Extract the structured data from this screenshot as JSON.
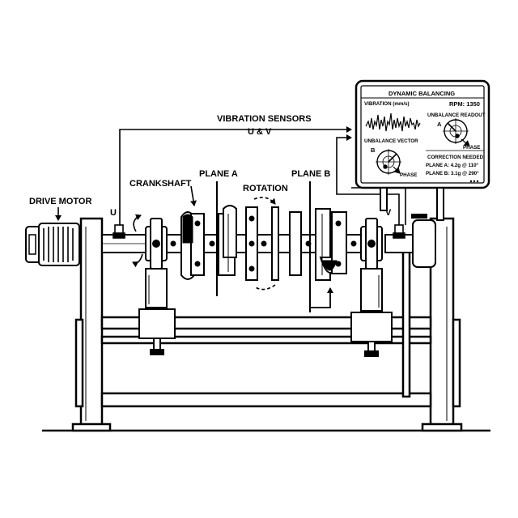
{
  "labels": {
    "drive_motor": "DRIVE MOTOR",
    "crankshaft": "CRANKSHAFT",
    "plane_a": "PLANE A",
    "plane_b": "PLANE B",
    "rotation": "ROTATION",
    "vibration_sensors": "VIBRATION SENSORS",
    "sensors_uv": "U & V",
    "sensor_u": "U",
    "sensor_v": "V"
  },
  "monitor": {
    "title": "DYNAMIC BALANCING",
    "vibration_label": "VIBRATION (mm/s)",
    "rpm": "RPM: 1350",
    "readout_label": "UNBALANCE READOUT",
    "vector_label": "UNBALANCE VECTOR",
    "vector_a": "A",
    "vector_b": "B",
    "phase": "PHASE",
    "correction_title": "CORRECTION NEEDED",
    "plane_a_corr": "PLANE A: 4.2g @ 110°",
    "plane_b_corr": "PLANE B: 3.1g @ 290°"
  }
}
